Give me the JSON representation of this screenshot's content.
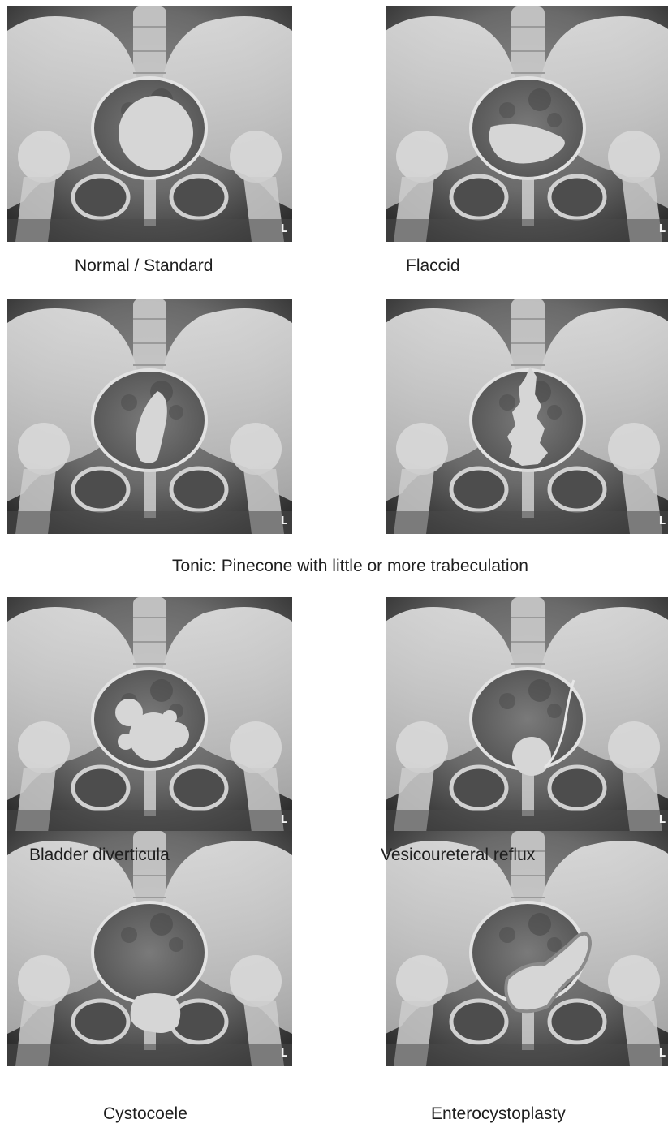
{
  "side_marker": "L",
  "captions": {
    "normal": "Normal / Standard",
    "flaccid": "Flaccid",
    "tonic": "Tonic: Pinecone with little or more trabeculation",
    "diverticula": "Bladder diverticula",
    "reflux": "Vesicoureteral reflux",
    "cystocoele": "Cystocoele",
    "enterocystoplasty": "Enterocystoplasty"
  },
  "colors": {
    "bladder_fill": "#d6d6d6",
    "bone": "#e6e6e6",
    "background_dark": "#3a3a3a"
  }
}
